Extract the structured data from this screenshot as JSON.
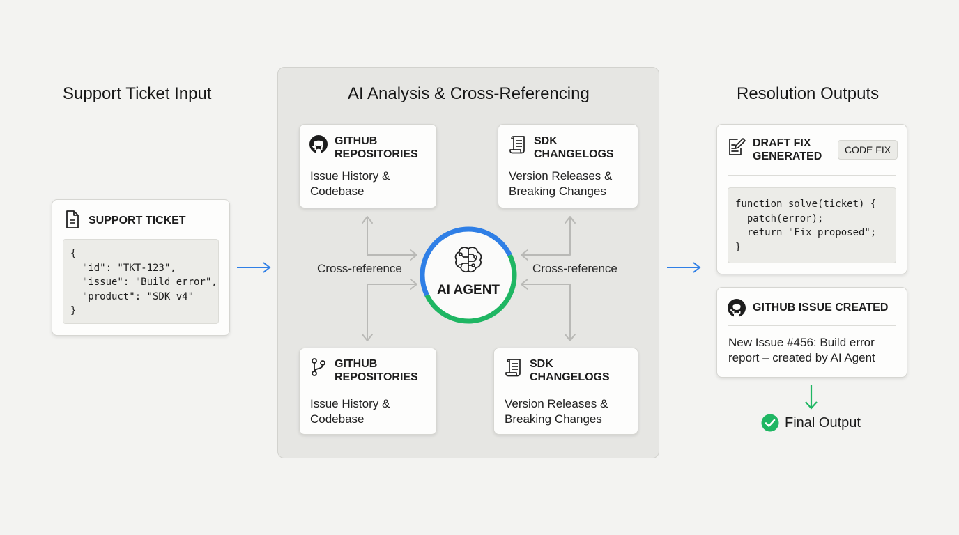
{
  "colors": {
    "background": "#f3f3f1",
    "flow_arrow": "#2f7fe6",
    "ring_blue": "#2f7fe6",
    "ring_green": "#1fb663",
    "final_green": "#1fb663",
    "connector_gray": "#b9b9b6"
  },
  "input": {
    "title": "Support Ticket Input",
    "card_title": "SUPPORT TICKET",
    "card_icon": "document-icon",
    "code_lines": [
      "{",
      "  \"id\": \"TKT-123\",",
      "  \"issue\": \"Build error\",",
      "  \"product\": \"SDK v4\"",
      "}"
    ]
  },
  "analysis": {
    "title": "AI Analysis & Cross-Referencing",
    "agent_label": "AI AGENT",
    "agent_icon": "brain-circuit-icon",
    "xref_left": "Cross-reference",
    "xref_right": "Cross-reference",
    "top_left": {
      "icon": "github-icon",
      "title": "GITHUB\nREPOSITORIES",
      "text": "Issue History &\nCodebase"
    },
    "top_right": {
      "icon": "scroll-icon",
      "title": "SDK\nCHANGELOGS",
      "text": "Version Releases &\nBreaking Changes"
    },
    "bottom_left": {
      "icon": "git-branch-icon",
      "title": "GITHUB\nREPOSITORIES",
      "text": "Issue History &\nCodebase"
    },
    "bottom_right": {
      "icon": "scroll-icon",
      "title": "SDK\nCHANGELOGS",
      "text": "Version Releases &\nBreaking Changes"
    }
  },
  "outputs": {
    "title": "Resolution Outputs",
    "draft": {
      "icon": "edit-document-icon",
      "title": "DRAFT FIX\nGENERATED",
      "badge": "CODE FIX",
      "code_lines": [
        "function solve(ticket) {",
        "  patch(error);",
        "  return \"Fix proposed\";",
        "}"
      ]
    },
    "issue": {
      "icon": "github-icon",
      "title": "GITHUB ISSUE CREATED",
      "text": "New Issue #456: Build error\nreport – created by AI Agent"
    },
    "final_label": "Final Output"
  }
}
